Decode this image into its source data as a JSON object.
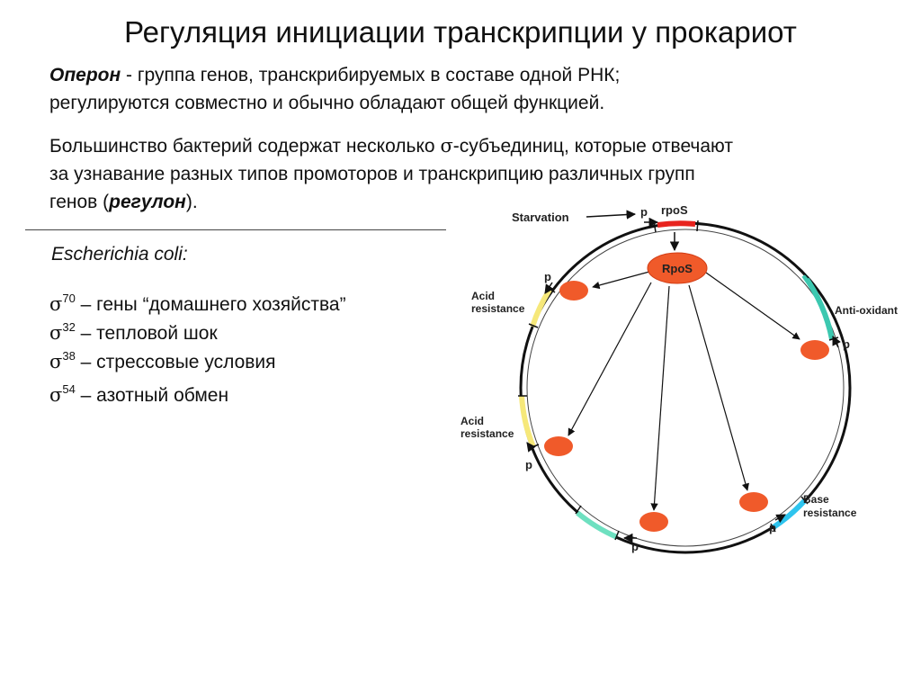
{
  "title": "Регуляция инициации транскрипции у прокариот",
  "paragraph1": {
    "term": "Оперон",
    "line1_rest": " - группа генов, транскрибируемых в составе одной РНК;",
    "line2": "регулируются совместно и обычно обладают общей функцией."
  },
  "paragraph2": {
    "line1_prefix": "Большинство бактерий содержат несколько ",
    "sigma_symbol": "σ",
    "line1_suffix": "-субъединиц, которые отвечают",
    "line2": "за узнавание разных типов промоторов и транскрипцию различных групп",
    "line3_prefix": "генов (",
    "term": "регулон",
    "line3_suffix": ")."
  },
  "species": "Escherichia coli:",
  "sigma_factors": [
    {
      "symbol": "σ",
      "number": "70",
      "description": " – гены “домашнего хозяйства”"
    },
    {
      "symbol": "σ",
      "number": "32",
      "description": " – тепловой шок"
    },
    {
      "symbol": "σ",
      "number": "38",
      "description": " – стрессовые условия"
    },
    {
      "symbol": "σ",
      "number": "54",
      "description": " – азотный обмен"
    }
  ],
  "diagram": {
    "starvation_label": "Starvation",
    "gene_label": "rpoS",
    "protein_label": "RpoS",
    "promoter_label": "p",
    "acid_resistance_label_line1": "Acid",
    "acid_resistance_label_line2": "resistance",
    "anti_oxidant_label": "Anti-oxidant",
    "base_resistance_label_line1": "Base",
    "base_resistance_label_line2": "resistance",
    "colors": {
      "protein": "#f05a2a",
      "rpos_gene": "#e8231e",
      "acid_resistance_region": "#f6e87a",
      "anti_oxidant_region": "#3cc8b0",
      "base_resistance_region": "#2ec4ee",
      "bottom_region": "#6ee0c0"
    }
  }
}
